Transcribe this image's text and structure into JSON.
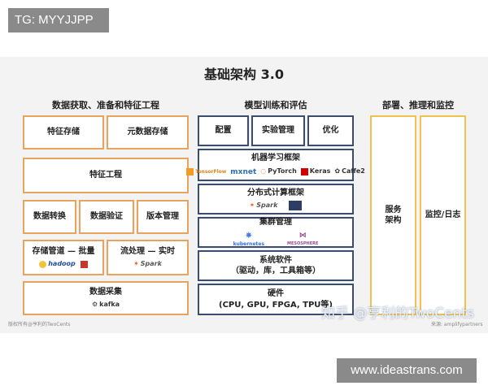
{
  "tag_label": "TG: MYYJJPP",
  "title": "基础架构 3.0",
  "sections": {
    "data": "数据获取、准备和特征工程",
    "model": "模型训练和评估",
    "deploy": "部署、推理和监控"
  },
  "data_col": {
    "feature_store": "特征存储",
    "metadata_store": "元数据存储",
    "feature_eng": "特征工程",
    "data_transform": "数据转换",
    "data_validate": "数据验证",
    "version_mgmt": "版本管理",
    "pipeline_batch": "存储管道 — 批量",
    "stream_realtime": "流处理 — 实时",
    "data_collect": "数据采集",
    "logo_hadoop": "hadoop",
    "logo_spark": "Spark",
    "logo_kafka": "kafka"
  },
  "model_col": {
    "config": "配置",
    "experiment": "实验管理",
    "optimize": "优化",
    "ml_framework": "机器学习框架",
    "dist_framework": "分布式计算框架",
    "cluster": "集群管理",
    "system_sw": "系统软件",
    "system_sw_sub": "（驱动，库，工具箱等）",
    "hardware": "硬件",
    "hardware_sub": "(CPU, GPU, FPGA, TPU等)",
    "logo_tf": "TensorFlow",
    "logo_mxnet": "mxnet",
    "logo_pytorch": "PyTorch",
    "logo_keras": "Keras",
    "logo_caffe": "Caffe2",
    "logo_spark": "Spark",
    "logo_k8s": "kubernetes",
    "logo_mesos": "MESOSPHERE"
  },
  "deploy_col": {
    "serving": "服务\n架构",
    "monitoring": "监控/日志"
  },
  "footer": {
    "copyright": "版权所有@亨利的TwoCents",
    "source": "来源: amplifypartners",
    "watermark": "知乎 @亨利的TwoCents"
  },
  "url_label": "www.ideastrans.com",
  "colors": {
    "orange": "#e8a35f",
    "navy": "#3a4d6e",
    "yellow": "#f0c24e",
    "panel": "#f3f3f3"
  }
}
